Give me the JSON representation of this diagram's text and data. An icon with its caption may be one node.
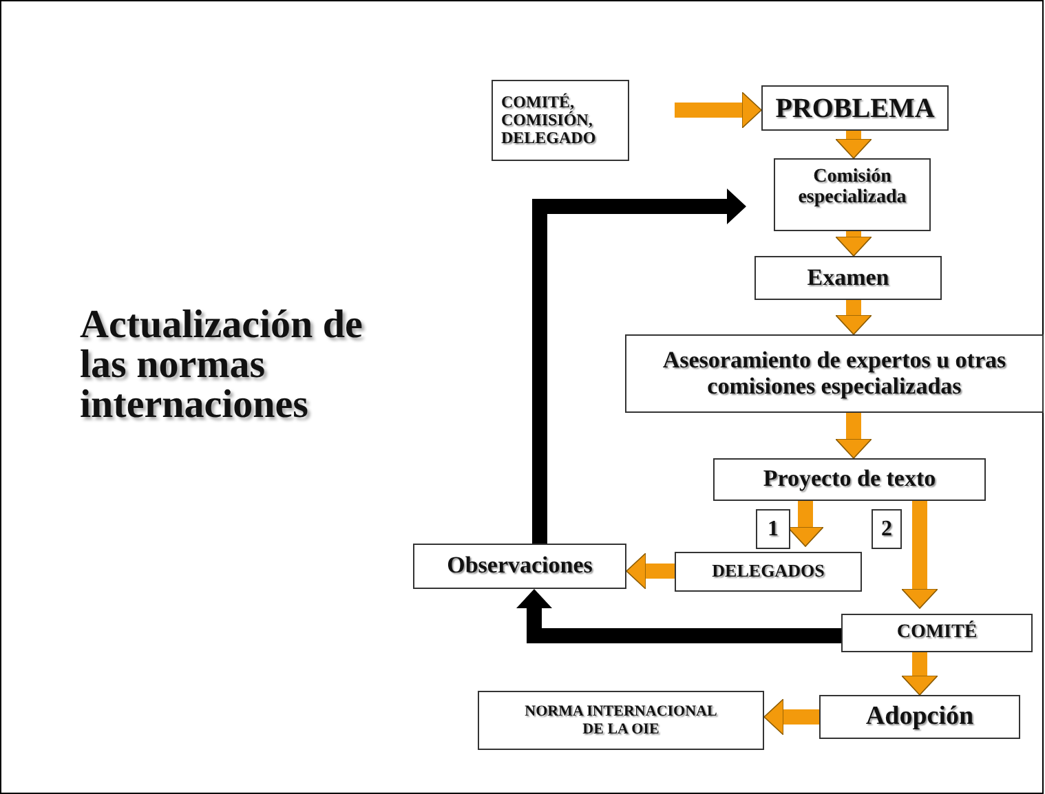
{
  "diagram": {
    "title": "Actualización de las normas internaciones",
    "nodes": [
      {
        "text": [
          "COMITÉ, COMISIÓN, DELEGADO"
        ]
      },
      {
        "text": [
          "PROBLEMA"
        ]
      },
      {
        "text": [
          "Comisión especializada"
        ]
      },
      {
        "text": [
          "Examen"
        ]
      },
      {
        "text": [
          "Asesoramiento de expertos u otras comisiones especializadas"
        ]
      },
      {
        "text": [
          "Proyecto de texto"
        ]
      },
      {
        "text": [
          "1"
        ]
      },
      {
        "text": [
          "2"
        ]
      },
      {
        "text": [
          "Observaciones"
        ]
      },
      {
        "text": [
          "DELEGADOS"
        ]
      },
      {
        "text": [
          "COMITÉ"
        ]
      },
      {
        "text": [
          "Adopción"
        ]
      },
      {
        "text": [
          "NORMA INTERNACIONAL DE LA OIE"
        ]
      }
    ],
    "edges": [
      {
        "from": 0,
        "to": 1,
        "arrow": "to"
      },
      {
        "from": 1,
        "to": 2,
        "arrow": "to"
      },
      {
        "from": 2,
        "to": 3,
        "arrow": "to"
      },
      {
        "from": 3,
        "to": 4,
        "arrow": "to"
      },
      {
        "from": 4,
        "to": 5,
        "arrow": "to"
      },
      {
        "from": 5,
        "to": 9,
        "arrow": "to"
      },
      {
        "from": 5,
        "to": 10,
        "arrow": "to"
      },
      {
        "from": 9,
        "to": 8,
        "arrow": "to"
      },
      {
        "from": 10,
        "to": 8,
        "arrow": "to",
        "color": "#000000"
      },
      {
        "from": 8,
        "to": 2,
        "arrow": "to",
        "color": "#000000"
      },
      {
        "from": 10,
        "to": 11,
        "arrow": "to"
      },
      {
        "from": 11,
        "to": 12,
        "arrow": "to"
      }
    ]
  }
}
